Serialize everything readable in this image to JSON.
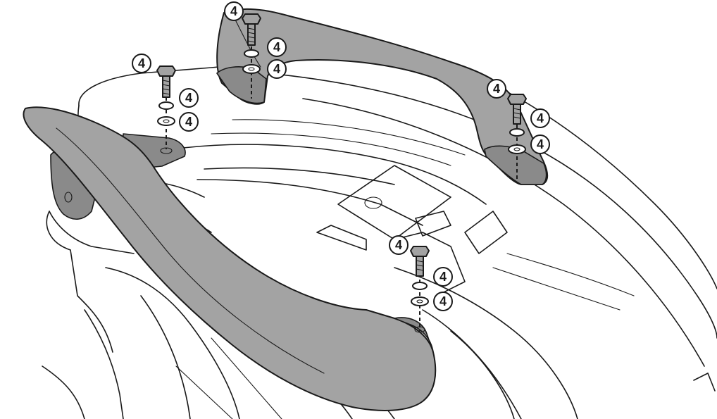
{
  "diagram": {
    "callouts": [
      {
        "id": "c1",
        "label": "4"
      },
      {
        "id": "c2",
        "label": "4"
      },
      {
        "id": "c3",
        "label": "4"
      },
      {
        "id": "c4",
        "label": "4"
      },
      {
        "id": "c5",
        "label": "4"
      },
      {
        "id": "c6",
        "label": "4"
      },
      {
        "id": "c7",
        "label": "4"
      },
      {
        "id": "c8",
        "label": "4"
      },
      {
        "id": "c9",
        "label": "4"
      },
      {
        "id": "c10",
        "label": "4"
      },
      {
        "id": "c11",
        "label": "4"
      },
      {
        "id": "c12",
        "label": "4"
      }
    ],
    "colors": {
      "handle_fill": "#a3a3a3",
      "stroke": "#1a1a1a",
      "background": "#ffffff"
    }
  }
}
